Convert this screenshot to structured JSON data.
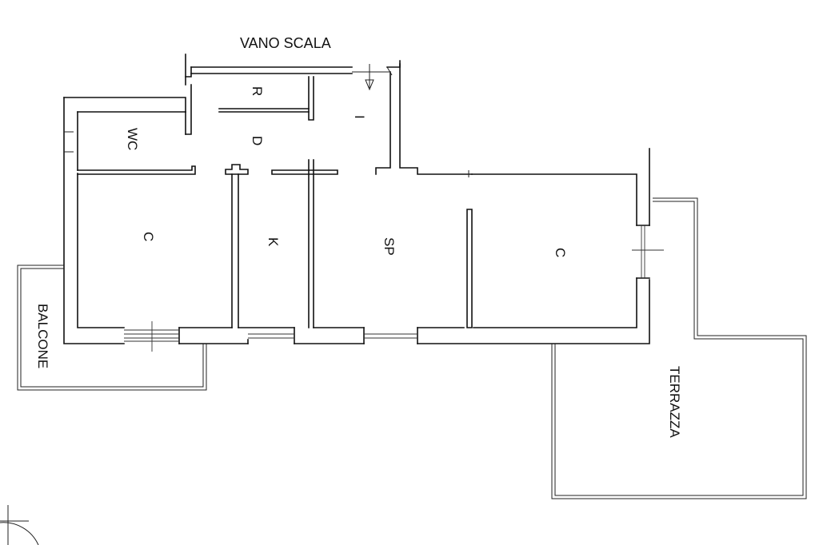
{
  "labels": {
    "stair": "VANO SCALA",
    "storage": "R",
    "entrance": "I",
    "wc": "WC",
    "hall": "D",
    "bedroom_left": "C",
    "kitchen": "K",
    "living": "SP",
    "bedroom_right": "C",
    "balcony": "BALCONE",
    "terrace": "TERRAZZA"
  }
}
